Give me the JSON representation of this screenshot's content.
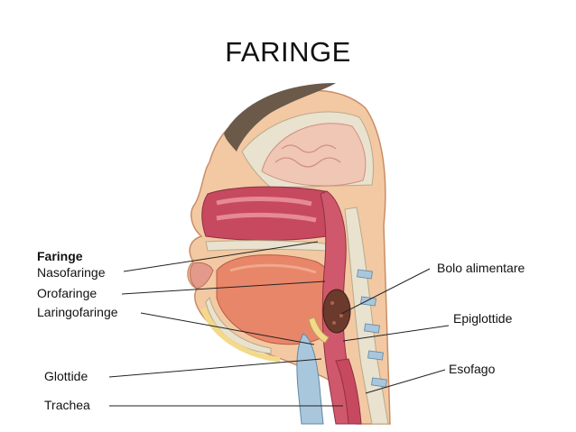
{
  "title": "FARINGE",
  "labels": {
    "heading": "Faringe",
    "nasofaringe": "Nasofaringe",
    "orofaringe": "Orofaringe",
    "laringofaringe": "Laringofaringe",
    "glottide": "Glottide",
    "trachea": "Trachea",
    "bolo": "Bolo alimentare",
    "epiglottide": "Epiglottide",
    "esofago": "Esofago"
  },
  "colors": {
    "skin": "#f2c9a3",
    "hair": "#6b5a4a",
    "brain": "#f0c6b4",
    "muscle": "#e8866a",
    "pharynx": "#c7495f",
    "bone": "#e9e2cf",
    "fat": "#f3d98a",
    "airway": "#a9c7dc"
  }
}
